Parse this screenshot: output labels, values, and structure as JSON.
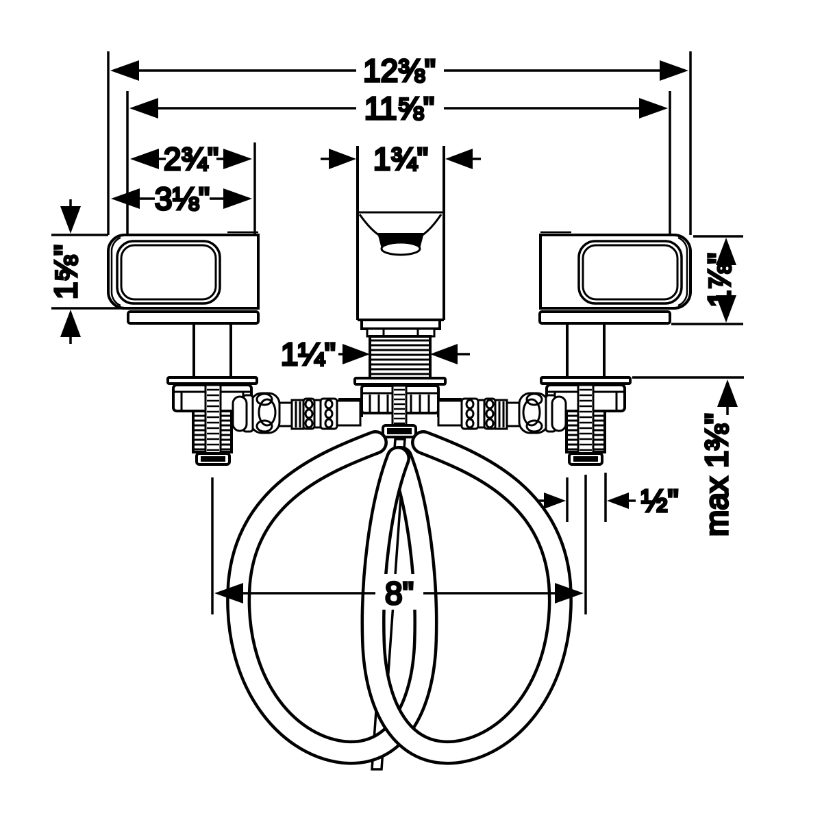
{
  "drawing": {
    "type": "faucet-installation-dimensional-drawing",
    "colors": {
      "line": "#000000",
      "background": "#ffffff"
    }
  },
  "dimensions": {
    "overall_width": "12⅜\"",
    "mounting_width": "11⅝\"",
    "handle_length": "2¾\"",
    "handle_depth": "3⅛\"",
    "spout_width": "1¾\"",
    "handle_height": "1⅝\"",
    "handle_total_height": "1⅞\"",
    "spout_shank_diameter": "1¼\"",
    "valve_shank_diameter": "½\"",
    "faucet_hole_spacing": "8\"",
    "max_counter_thickness": "max 1⅜\""
  }
}
